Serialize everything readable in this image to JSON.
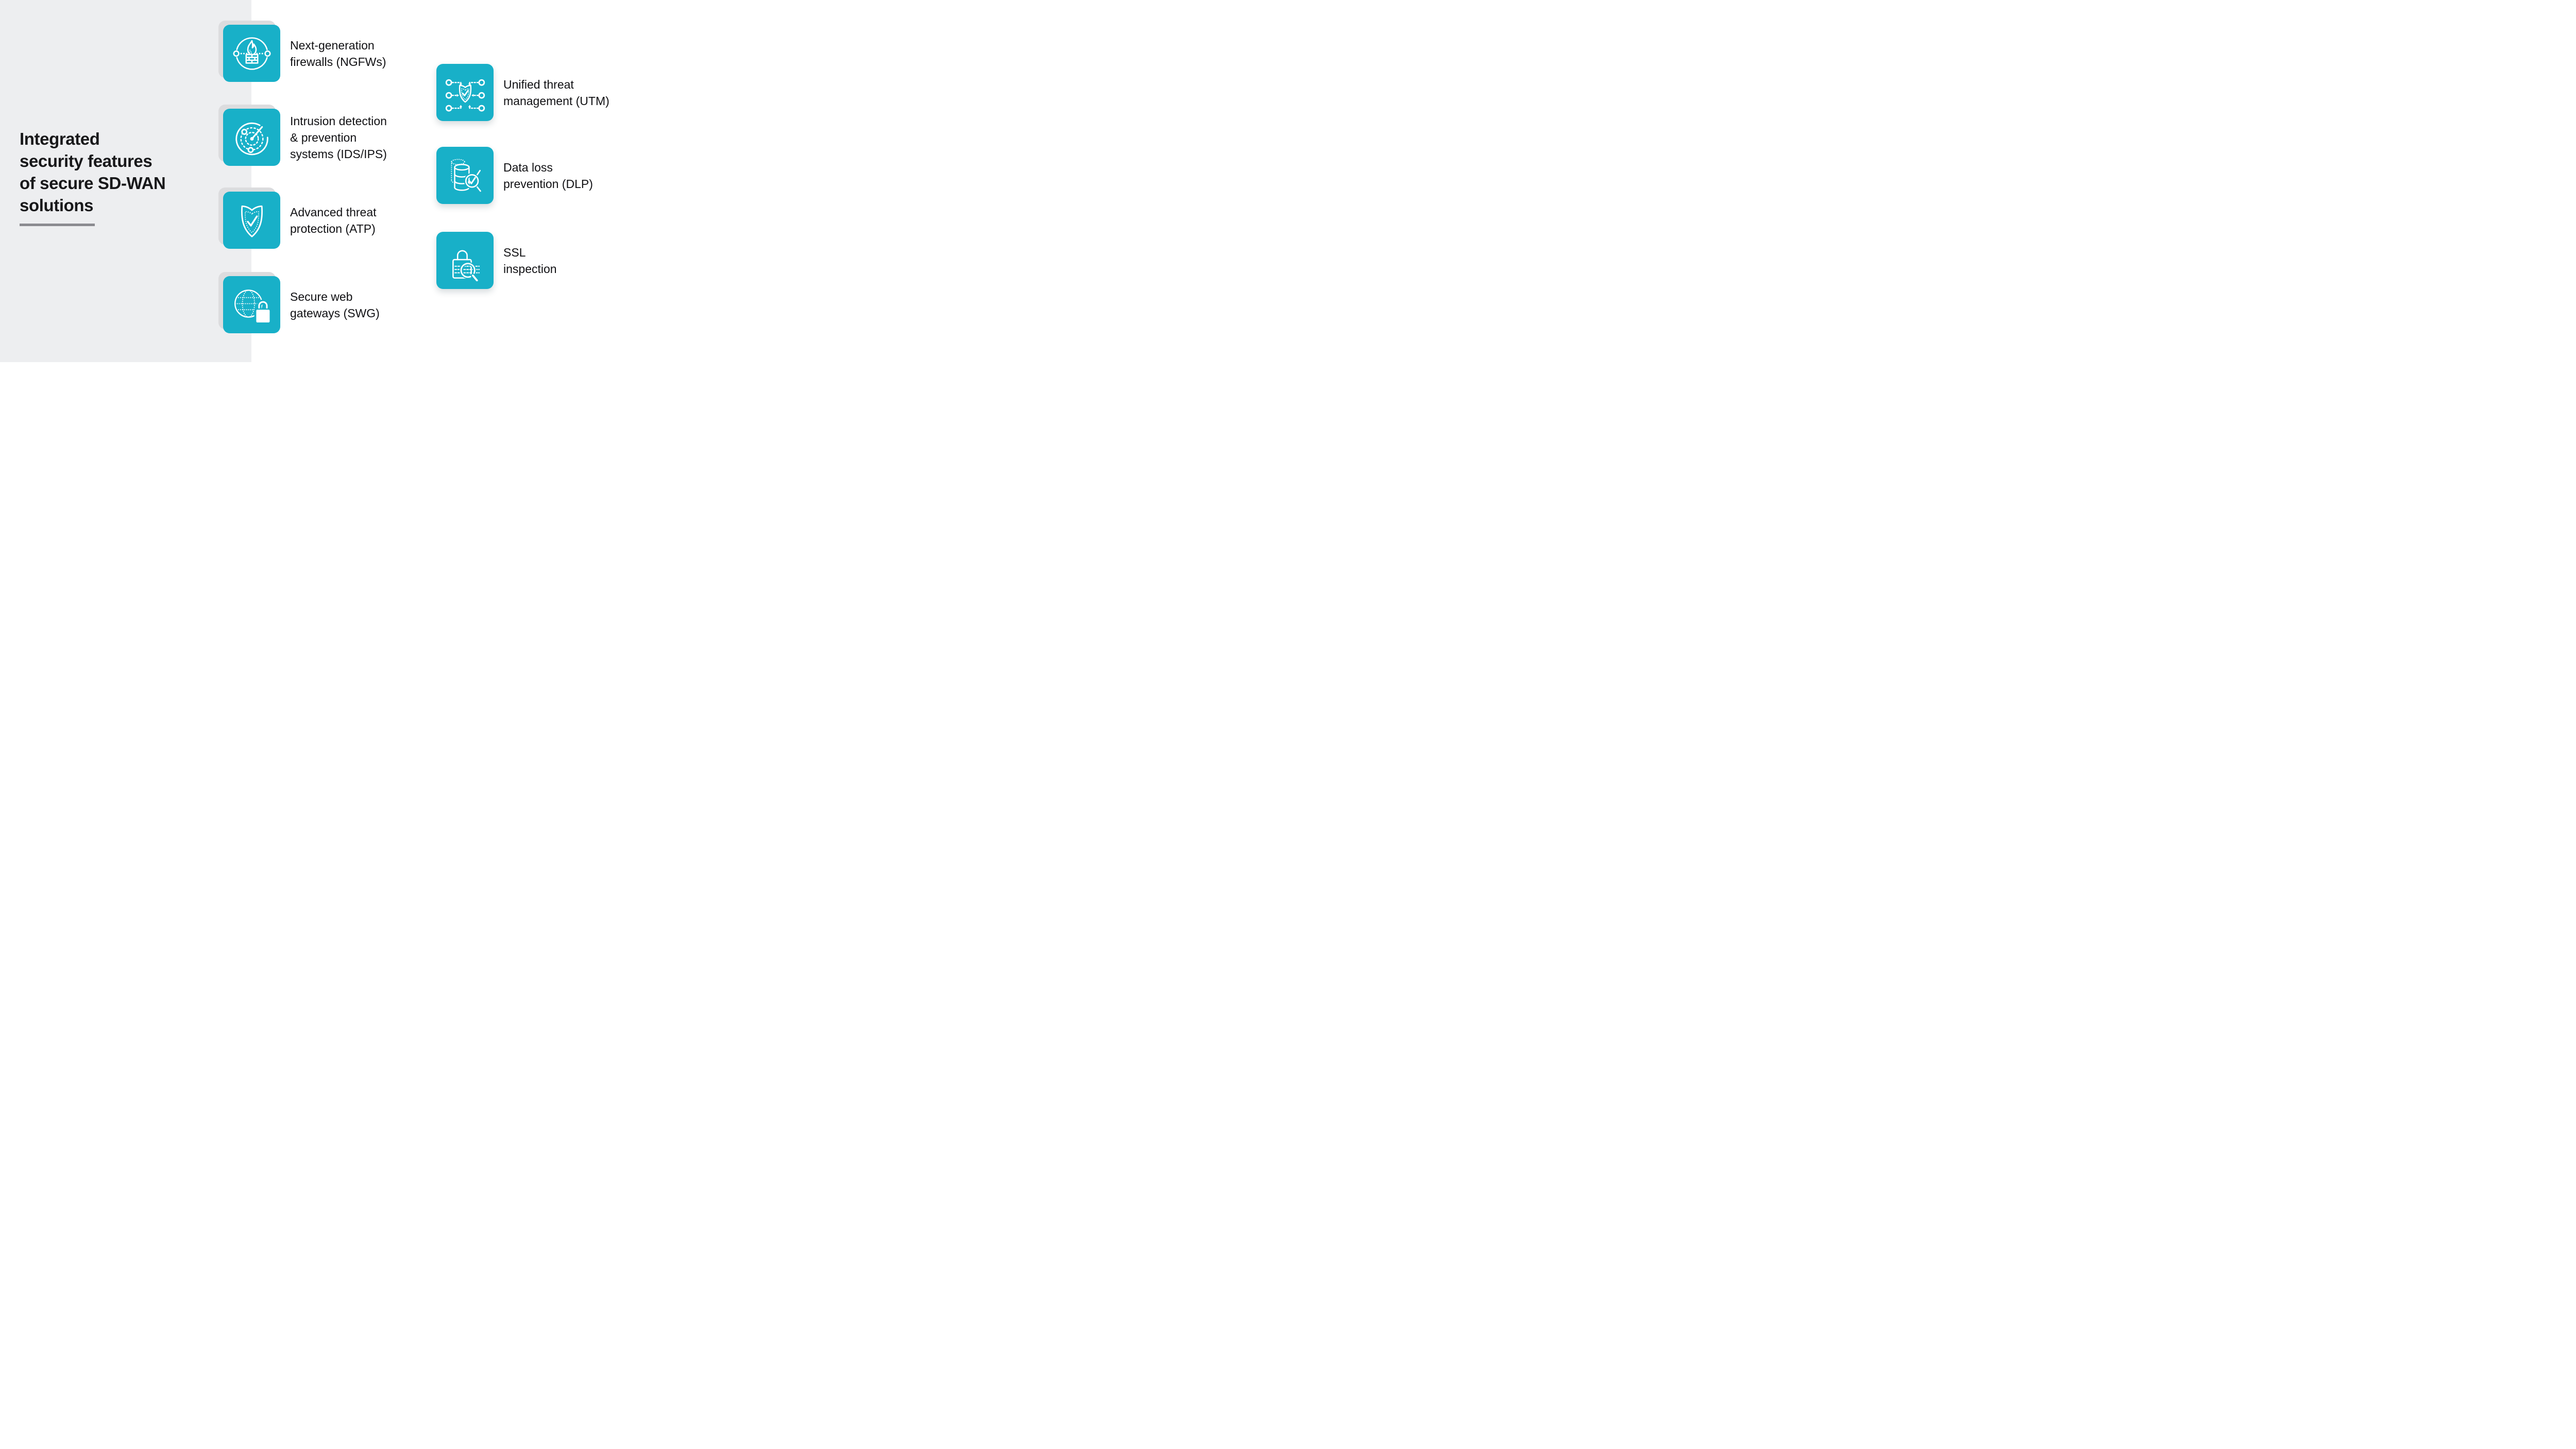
{
  "title": {
    "text": "Integrated\nsecurity features\nof secure SD-WAN\nsolutions"
  },
  "colors": {
    "accent_teal": "#18b0c8",
    "panel_gray": "#edeef0",
    "echo_card_gray": "#dcdcde",
    "title_text": "#18181a",
    "label_text": "#111114",
    "underline_gray": "#8b8b90",
    "background": "#ffffff",
    "icon_stroke": "#ffffff"
  },
  "features_left": [
    {
      "label": "Next-generation\nfirewalls (NGFWs)",
      "icon": "firewall-icon"
    },
    {
      "label": "Intrusion detection\n& prevention\nsystems (IDS/IPS)",
      "icon": "radar-icon"
    },
    {
      "label": "Advanced threat\nprotection (ATP)",
      "icon": "shield-check-icon"
    },
    {
      "label": "Secure web\ngateways (SWG)",
      "icon": "globe-lock-icon"
    }
  ],
  "features_right": [
    {
      "label": "Unified threat\nmanagement (UTM)",
      "icon": "network-shield-icon"
    },
    {
      "label": "Data loss\nprevention (DLP)",
      "icon": "database-check-icon"
    },
    {
      "label": "SSL\ninspection",
      "icon": "lock-magnifier-icon"
    }
  ]
}
